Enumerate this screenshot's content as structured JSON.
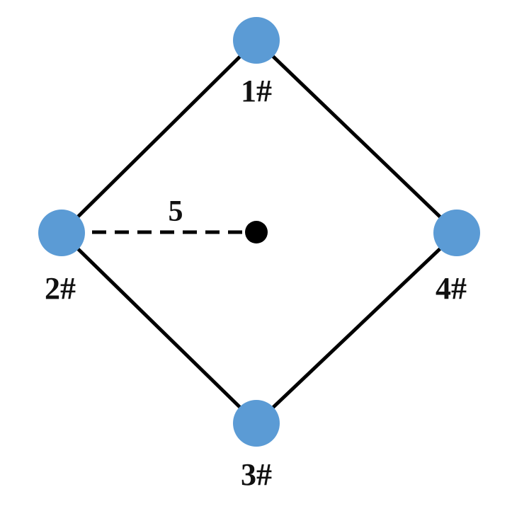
{
  "colors": {
    "node_fill": "#5b9bd5",
    "edge": "#000000",
    "center_point": "#000000",
    "background": "#ffffff"
  },
  "nodes": [
    {
      "id": "1",
      "label": "1#"
    },
    {
      "id": "2",
      "label": "2#"
    },
    {
      "id": "3",
      "label": "3#"
    },
    {
      "id": "4",
      "label": "4#"
    }
  ],
  "edges": [
    {
      "from": "1",
      "to": "2"
    },
    {
      "from": "1",
      "to": "4"
    },
    {
      "from": "2",
      "to": "3"
    },
    {
      "from": "3",
      "to": "4"
    }
  ],
  "center_link": {
    "from": "2",
    "to": "center",
    "style": "dashed",
    "label": "5"
  }
}
